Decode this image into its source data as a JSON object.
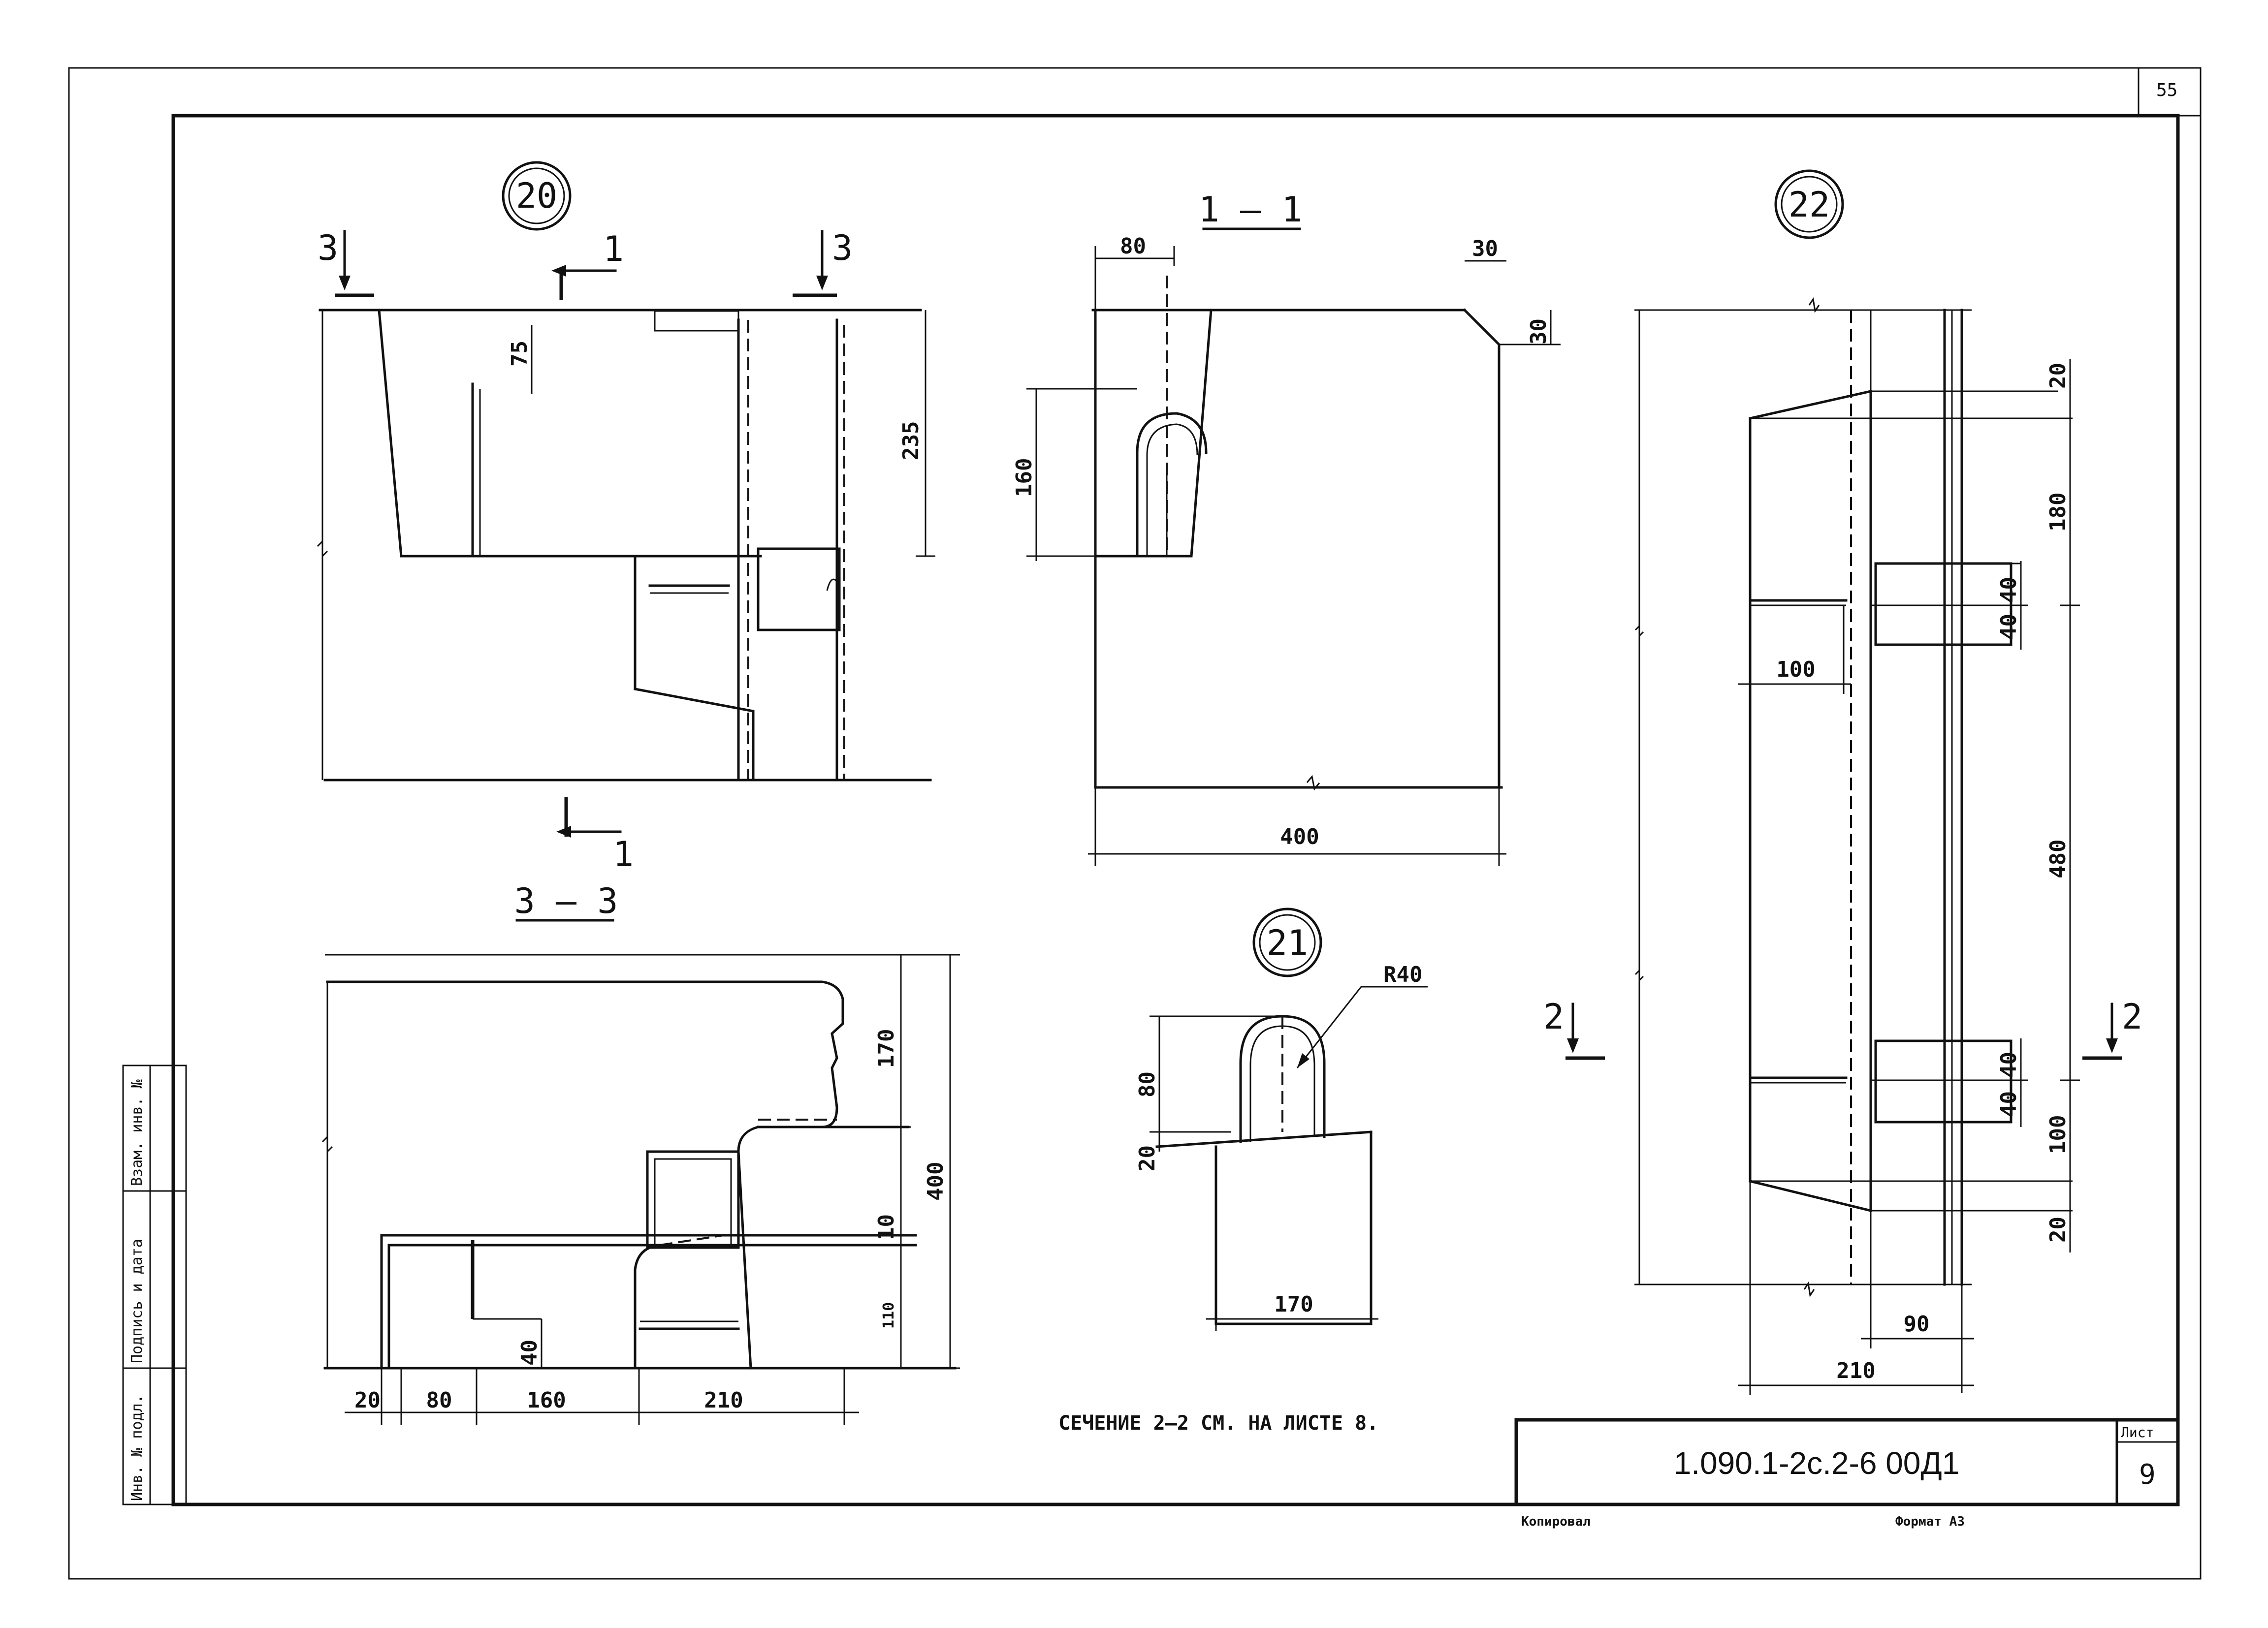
{
  "sheet_corner": "55",
  "markers": {
    "d20": "20",
    "d21": "21",
    "d22": "22"
  },
  "section_titles": {
    "s11": "1 – 1",
    "s33": "3 – 3"
  },
  "cut_labels": {
    "c3": "3",
    "c1": "1",
    "c2": "2"
  },
  "dims20": {
    "d75": "75",
    "d235": "235"
  },
  "dims11": {
    "d80": "80",
    "d30": "30",
    "d160": "160",
    "d400": "400"
  },
  "dims33": {
    "d170": "170",
    "d400": "400",
    "d10": "10",
    "d110": "110",
    "d40": "40",
    "d20": "20",
    "d80": "80",
    "d160": "160",
    "d210": "210"
  },
  "dims21": {
    "r40": "R40",
    "d80": "80",
    "d20": "20",
    "d170": "170"
  },
  "dims22": {
    "d20": "20",
    "d180": "180",
    "d40": "40",
    "d100": "100",
    "d480": "480",
    "d90": "90",
    "d210": "210"
  },
  "note": "СЕЧЕНИЕ 2–2 СМ. НА ЛИСТЕ 8.",
  "title_block": {
    "code": "1.090.1-2с.2-6 00Д1",
    "sheet_label": "Лист",
    "sheet_number": "9",
    "copied": "Копировал",
    "format": "Формат А3"
  },
  "side_stamp": {
    "inv_podl": "Инв. № подл.",
    "podpis": "Подпись и дата",
    "vzam": "Взам. инв. №"
  }
}
